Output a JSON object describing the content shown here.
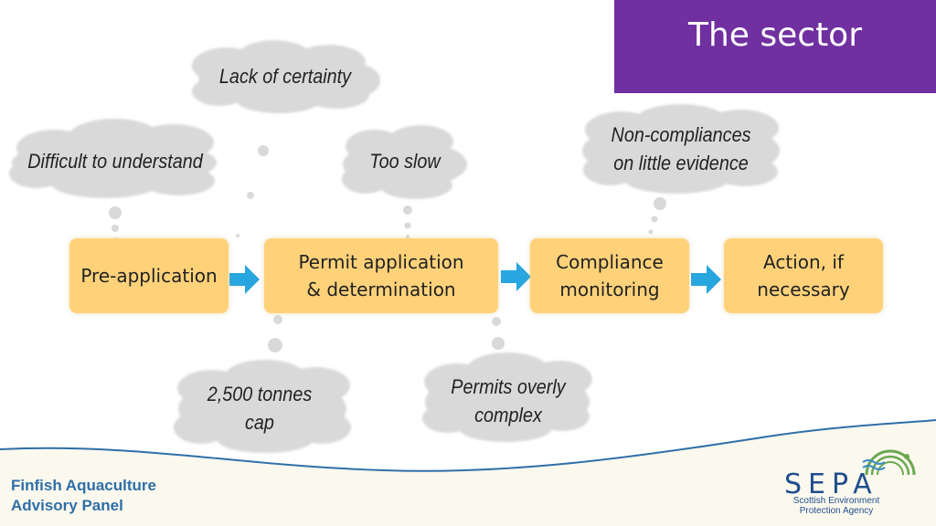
{
  "title": "The sector",
  "colors": {
    "title_bg": "#7030a0",
    "step_fill": "#ffd27a",
    "arrow": "#28a6e0",
    "cloud": "#d9d9d9",
    "footer_text": "#2e6fa7",
    "logo_blue": "#1f4e8c",
    "logo_green": "#6aa84f"
  },
  "process_steps": [
    {
      "label": "Pre-application"
    },
    {
      "label": "Permit application & determination"
    },
    {
      "label": "Compliance monitoring"
    },
    {
      "label": "Action, if necessary"
    }
  ],
  "issues": [
    {
      "text": "Lack of certainty"
    },
    {
      "text": "Difficult to understand"
    },
    {
      "text": "Too slow"
    },
    {
      "text": "Non-compliances on little evidence"
    },
    {
      "text": "2,500 tonnes cap"
    },
    {
      "text": "Permits overly complex"
    }
  ],
  "footer": {
    "panel_name": "Finfish Aquaculture Advisory Panel"
  },
  "logo": {
    "wordmark": "SEPA",
    "agency": "Scottish Environment Protection Agency"
  }
}
